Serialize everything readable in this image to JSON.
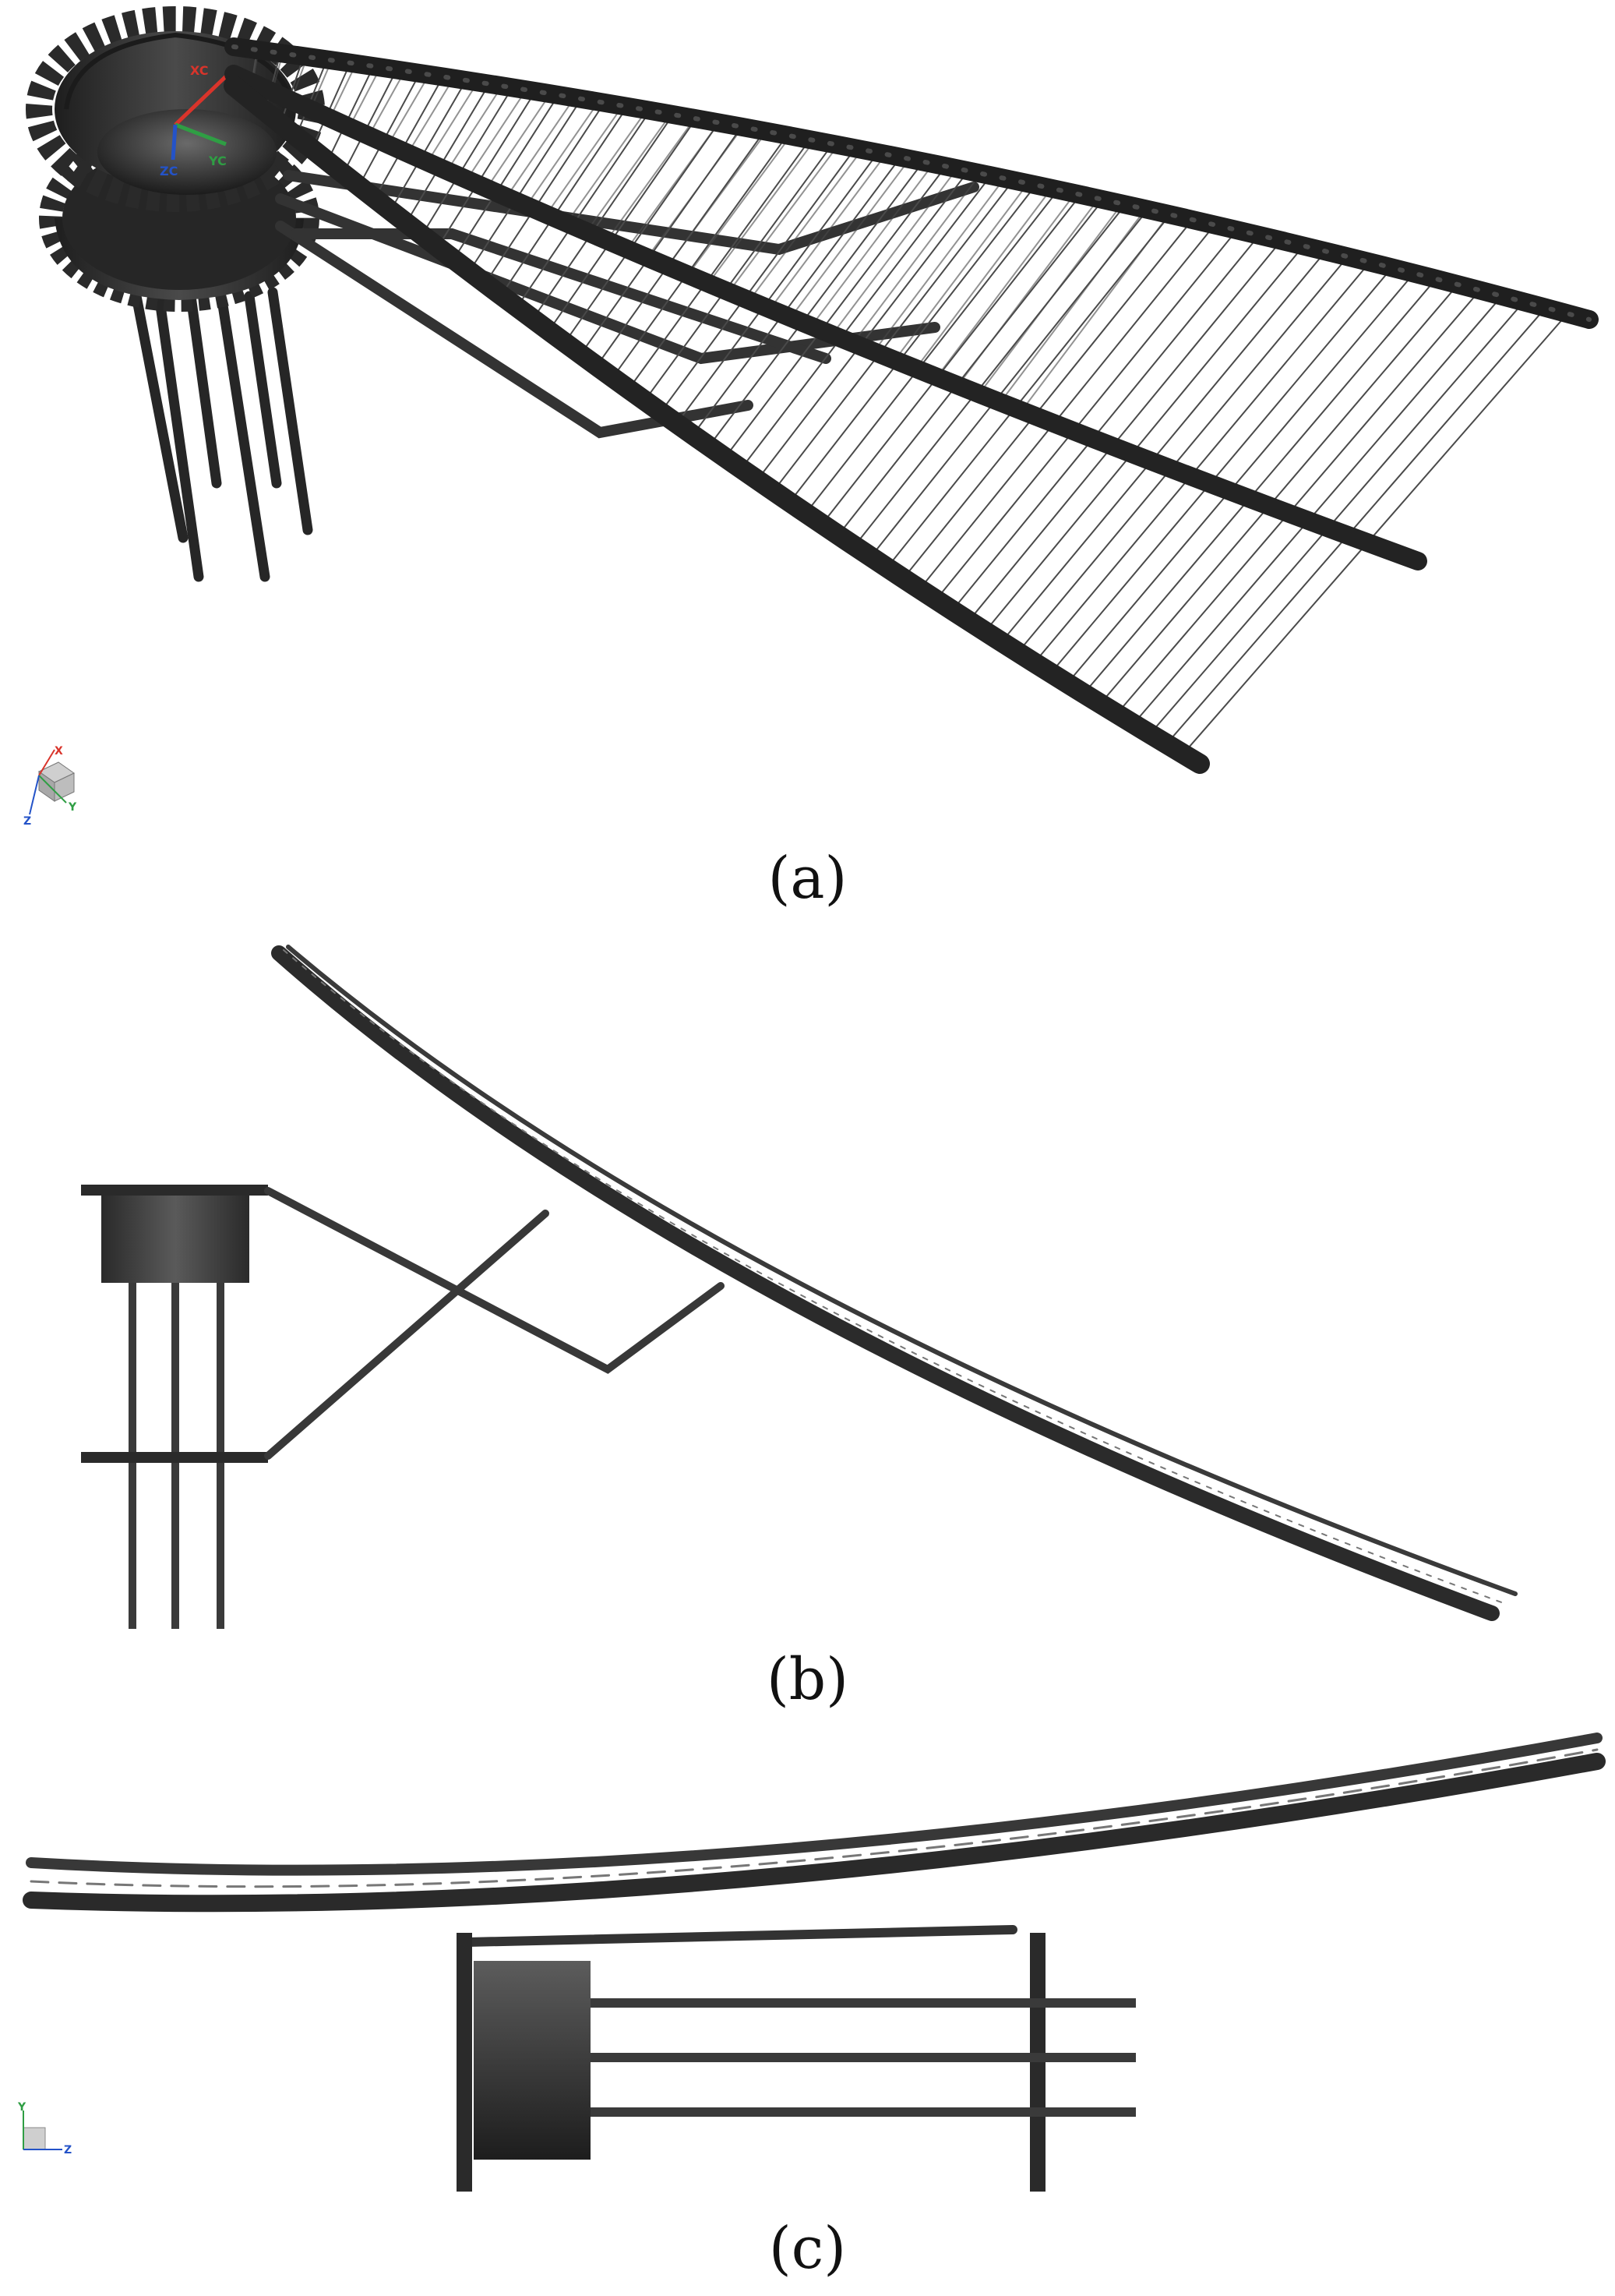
{
  "panels": [
    {
      "id": "a",
      "label": "(a)",
      "view": "isometric"
    },
    {
      "id": "b",
      "label": "(b)",
      "view": "side"
    },
    {
      "id": "c",
      "label": "(c)",
      "view": "top"
    }
  ],
  "triad_a": {
    "x": "XC",
    "y": "YC",
    "z": "ZC"
  },
  "view_triad_a": {
    "x": "X",
    "y": "Y",
    "z": "Z"
  },
  "view_triad_c": {
    "y": "Y",
    "z": "Z"
  },
  "colors": {
    "steel": "#3a3a3a",
    "steel_dark": "#1f1f1f",
    "cable": "#555555",
    "axis_x": "#d9342b",
    "axis_y": "#2f9e44",
    "axis_z": "#2453c8",
    "background": "#ffffff"
  }
}
